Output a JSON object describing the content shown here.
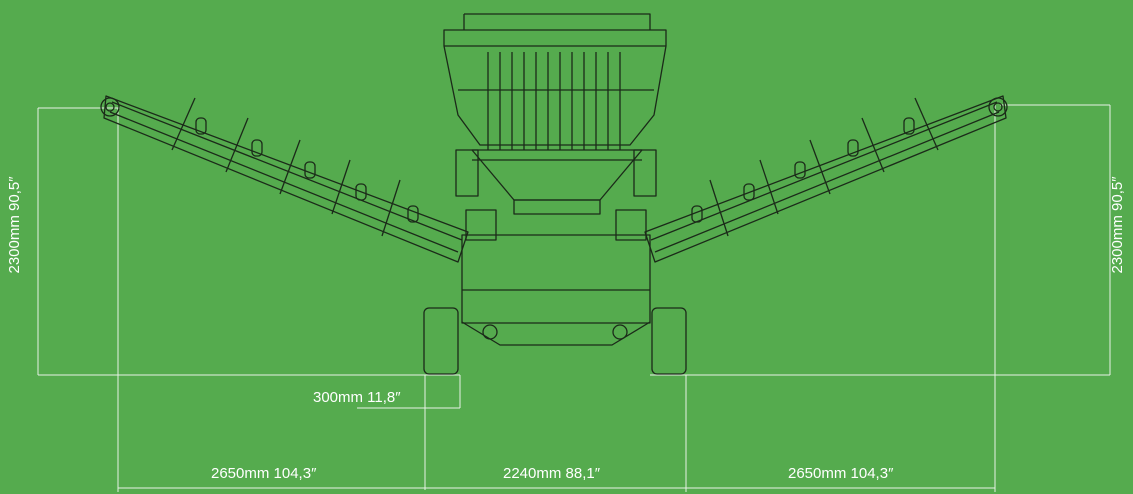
{
  "background_color": "#55ab4e",
  "line_color": "#1b2a19",
  "dimension_line_color": "#e8f2e6",
  "dimensions": {
    "height_left": "2300mm 90,5″",
    "height_right": "2300mm 90,5″",
    "offset": "300mm 11,8″",
    "width_left": "2650mm 104,3″",
    "width_center": "2240mm 88,1″",
    "width_right": "2650mm 104,3″"
  }
}
